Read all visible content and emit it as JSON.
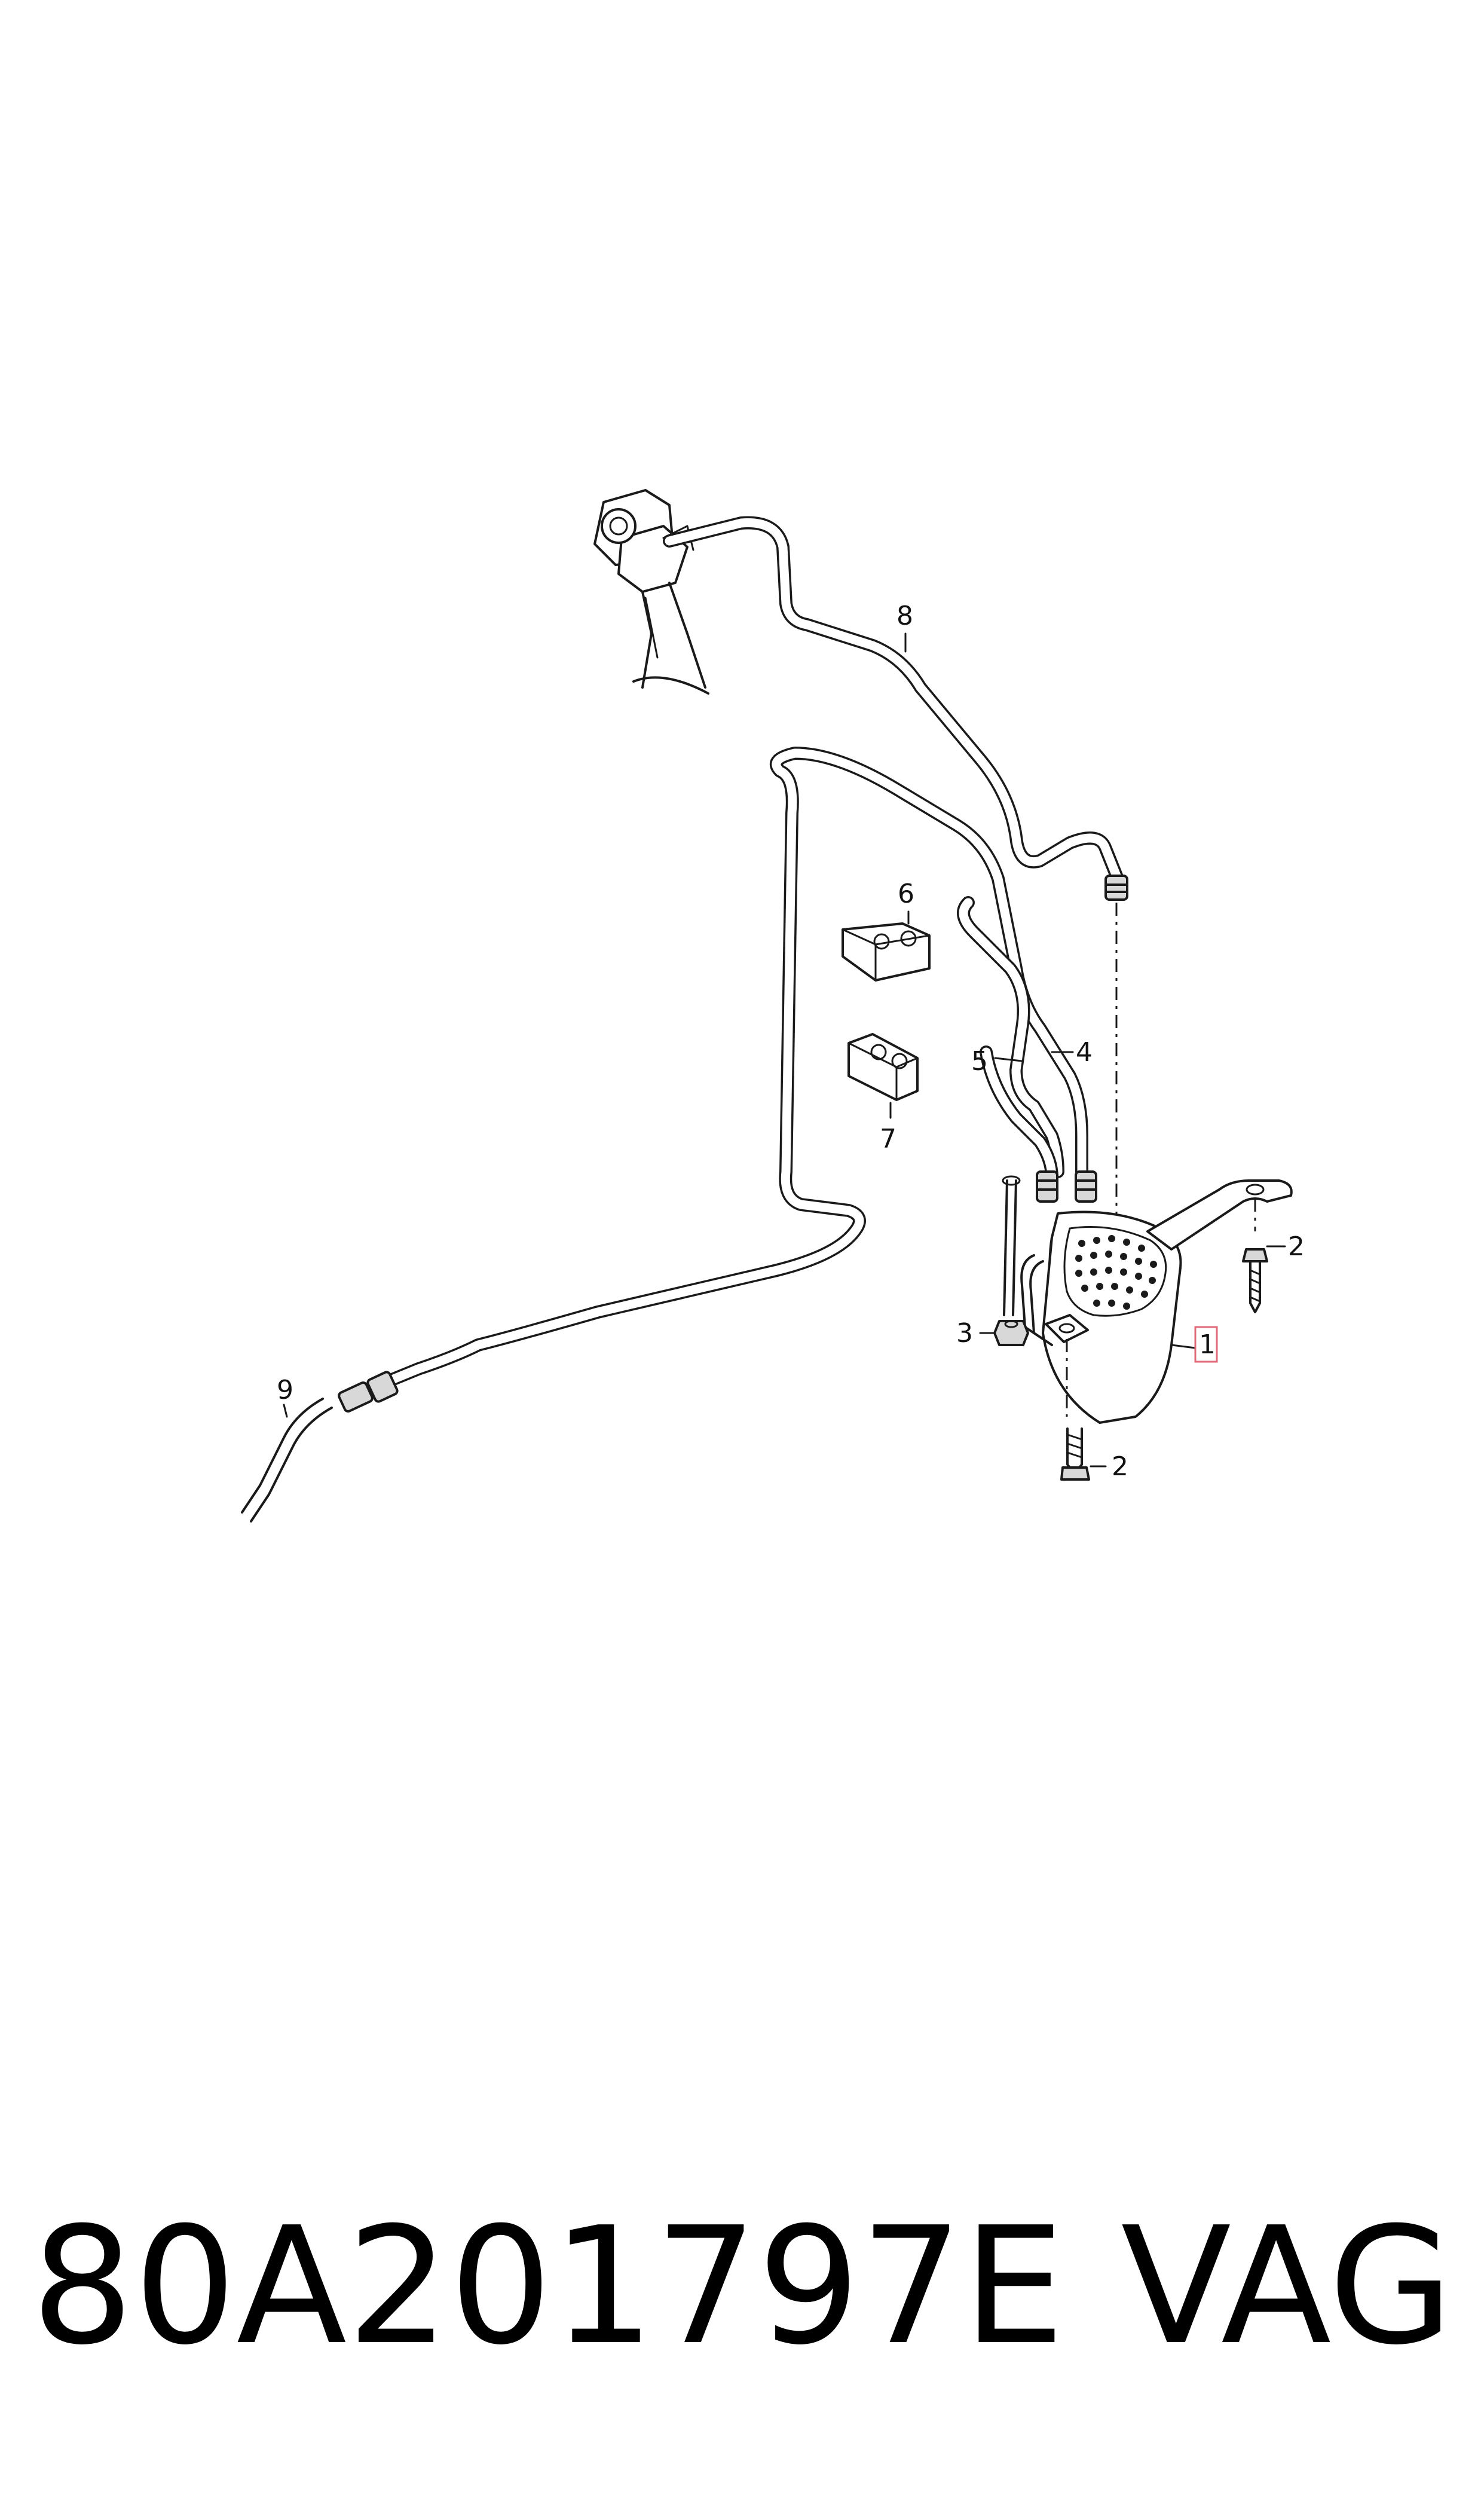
{
  "diagram": {
    "callouts": {
      "c1": "1",
      "c2a": "2",
      "c2b": "2",
      "c3": "3",
      "c4": "4",
      "c5": "5",
      "c6": "6",
      "c7": "7",
      "c8": "8",
      "c9": "9"
    }
  },
  "footer": {
    "part_number": "80A201797E",
    "brand": "VAG"
  }
}
